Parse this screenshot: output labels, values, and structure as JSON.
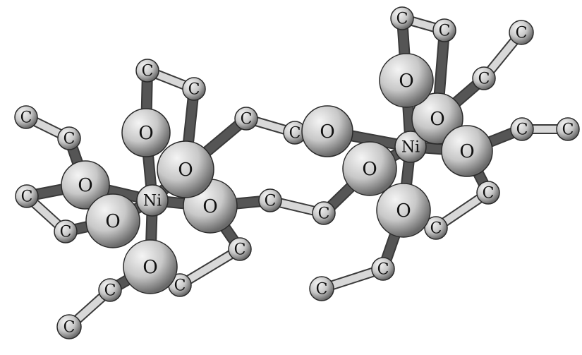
{
  "molecule": {
    "atoms": [
      {
        "id": "ni1",
        "element": "Ni"
      },
      {
        "id": "ni2",
        "element": "Ni"
      },
      {
        "id": "o1",
        "element": "O"
      },
      {
        "id": "o2",
        "element": "O"
      },
      {
        "id": "o3",
        "element": "O"
      },
      {
        "id": "o4",
        "element": "O"
      },
      {
        "id": "o5",
        "element": "O"
      },
      {
        "id": "o6",
        "element": "O"
      },
      {
        "id": "o7",
        "element": "O"
      },
      {
        "id": "o8",
        "element": "O"
      },
      {
        "id": "o9",
        "element": "O"
      },
      {
        "id": "o10",
        "element": "O"
      },
      {
        "id": "o11",
        "element": "O"
      },
      {
        "id": "c1",
        "element": "C"
      },
      {
        "id": "c2",
        "element": "C"
      },
      {
        "id": "c3",
        "element": "C"
      },
      {
        "id": "c4",
        "element": "C"
      },
      {
        "id": "c5",
        "element": "C"
      },
      {
        "id": "c6",
        "element": "C"
      },
      {
        "id": "c7",
        "element": "C"
      },
      {
        "id": "c8",
        "element": "C"
      },
      {
        "id": "c9",
        "element": "C"
      },
      {
        "id": "c10",
        "element": "C"
      },
      {
        "id": "c11",
        "element": "C"
      },
      {
        "id": "c12",
        "element": "C"
      },
      {
        "id": "c13",
        "element": "C"
      },
      {
        "id": "c14",
        "element": "C"
      },
      {
        "id": "c15",
        "element": "C"
      },
      {
        "id": "c16",
        "element": "C"
      },
      {
        "id": "c17",
        "element": "C"
      },
      {
        "id": "c18",
        "element": "C"
      },
      {
        "id": "c19",
        "element": "C"
      },
      {
        "id": "c20",
        "element": "C"
      },
      {
        "id": "c21",
        "element": "C"
      },
      {
        "id": "c22",
        "element": "C"
      }
    ],
    "colors": {
      "atom_fill": "#cfcfcf",
      "atom_highlight": "#f4f4f4",
      "atom_shadow": "#6a6a6a",
      "bond_light": "#d8d8d8",
      "bond_dark": "#555555",
      "label": "#111111"
    }
  }
}
